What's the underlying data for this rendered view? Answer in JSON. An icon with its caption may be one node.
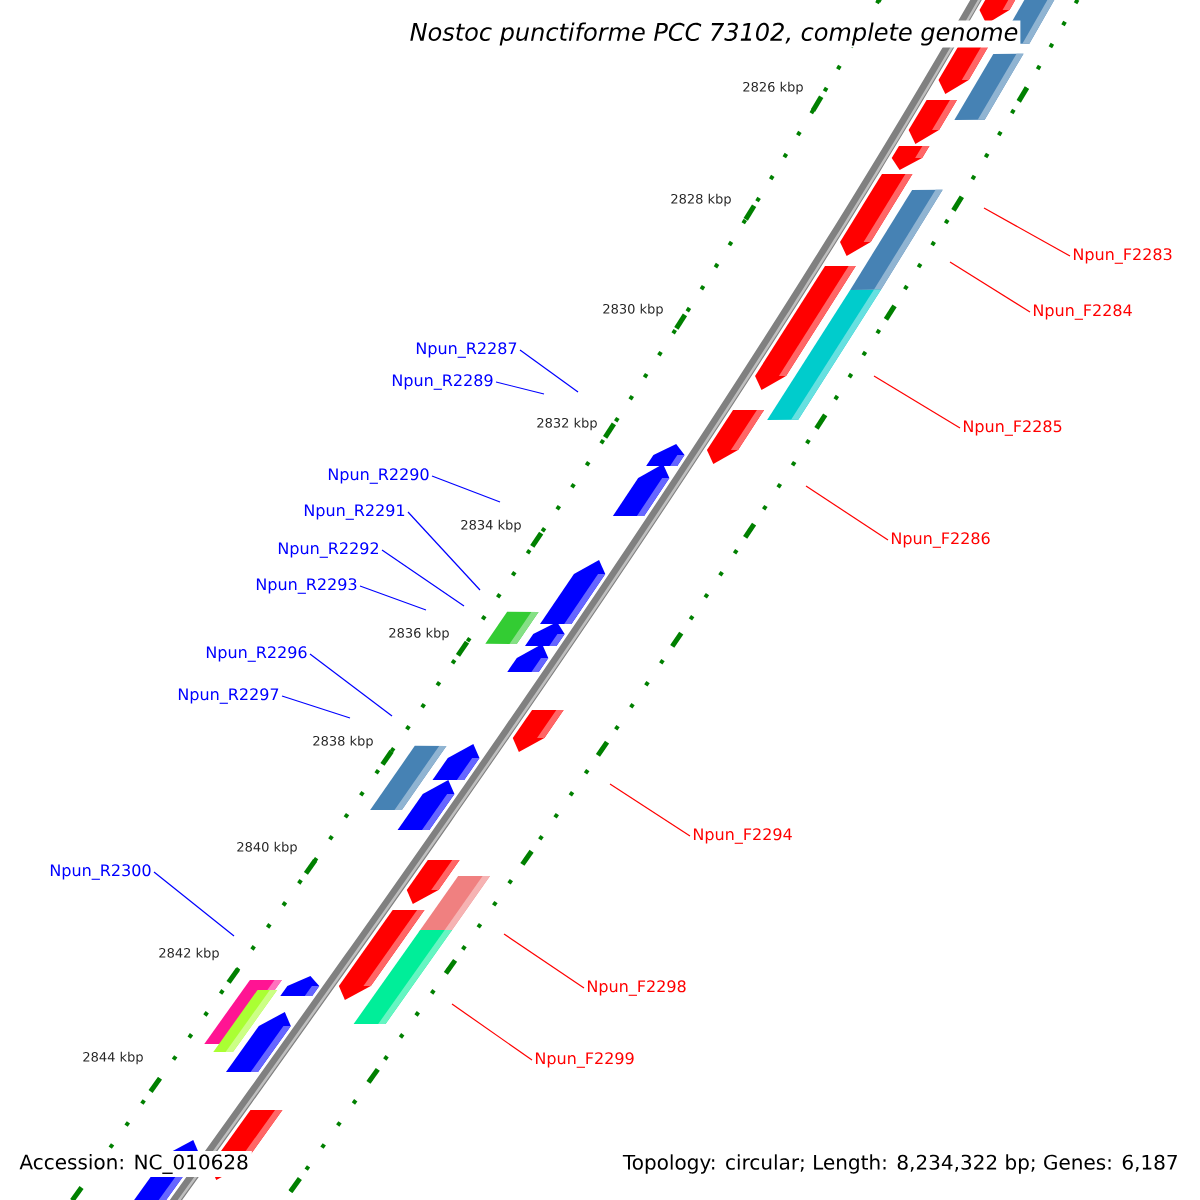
{
  "diagram": {
    "title": "Nostoc punctiforme PCC 73102, complete genome",
    "nodes": [
      {
        "text": [
          "Npun_F2283"
        ]
      },
      {
        "text": [
          "Npun_F2284"
        ]
      },
      {
        "text": [
          "Npun_R2287"
        ]
      },
      {
        "text": [
          "Npun_R2289"
        ]
      },
      {
        "text": [
          "Npun_F2285"
        ]
      },
      {
        "text": [
          "Npun_R2290"
        ]
      },
      {
        "text": [
          "Npun_R2291"
        ]
      },
      {
        "text": [
          "Npun_F2286"
        ]
      },
      {
        "text": [
          "Npun_R2292"
        ]
      },
      {
        "text": [
          "Npun_R2293"
        ]
      },
      {
        "text": [
          "Npun_R2296"
        ]
      },
      {
        "text": [
          "Npun_R2297"
        ]
      },
      {
        "text": [
          "Npun_F2294"
        ]
      },
      {
        "text": [
          "Npun_R2300"
        ]
      },
      {
        "text": [
          "Npun_F2298"
        ]
      },
      {
        "text": [
          "Npun_F2299"
        ]
      }
    ],
    "edges": [
      {
        "from": 0,
        "to": null,
        "arrow": "none",
        "color": "#ff0000"
      },
      {
        "from": 1,
        "to": null,
        "arrow": "none",
        "color": "#ff0000"
      },
      {
        "from": 2,
        "to": null,
        "arrow": "none"
      },
      {
        "from": 3,
        "to": null,
        "arrow": "none"
      },
      {
        "from": 4,
        "to": null,
        "arrow": "none",
        "color": "#ff0000"
      },
      {
        "from": 5,
        "to": null,
        "arrow": "none"
      },
      {
        "from": 6,
        "to": null,
        "arrow": "none"
      },
      {
        "from": 7,
        "to": null,
        "arrow": "none",
        "color": "#ff0000"
      },
      {
        "from": 8,
        "to": null,
        "arrow": "none"
      },
      {
        "from": 9,
        "to": null,
        "arrow": "none"
      },
      {
        "from": 10,
        "to": null,
        "arrow": "none"
      },
      {
        "from": 11,
        "to": null,
        "arrow": "none"
      },
      {
        "from": 12,
        "to": null,
        "arrow": "none",
        "color": "#ff0000"
      },
      {
        "from": 13,
        "to": null,
        "arrow": "none"
      },
      {
        "from": 14,
        "to": null,
        "arrow": "none",
        "color": "#ff0000"
      },
      {
        "from": 15,
        "to": null,
        "arrow": "none",
        "color": "#ff0000"
      }
    ],
    "labels": [
      "2826 kbp",
      "2828 kbp",
      "2830 kbp",
      "2832 kbp",
      "2834 kbp",
      "2836 kbp",
      "2838 kbp",
      "2840 kbp",
      "2842 kbp",
      "2844 kbp",
      "Accession: NC_010628",
      "Topology: circular; Length: 8,234,322 bp; Genes: 6,187"
    ]
  }
}
